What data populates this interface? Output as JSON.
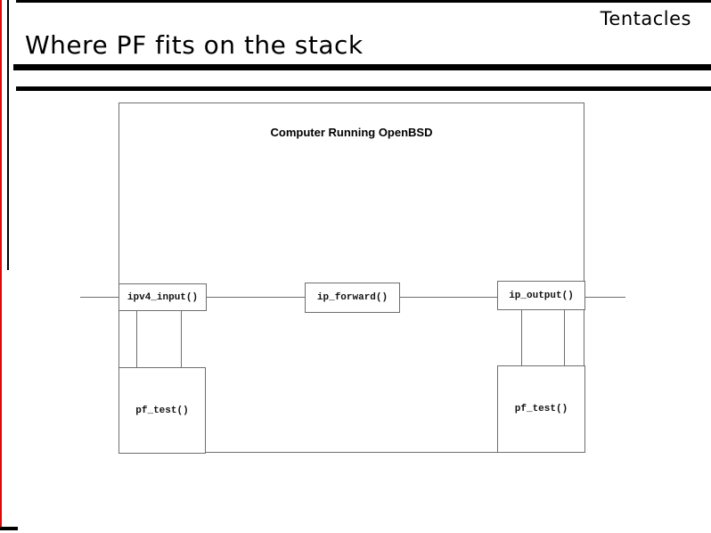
{
  "slide": {
    "title": "Where PF fits on the stack",
    "corner_label": "Tentacles"
  },
  "diagram": {
    "container_label": "Computer Running OpenBSD",
    "nodes": [
      {
        "id": "ipv4_input",
        "label": "ipv4_input()"
      },
      {
        "id": "ip_forward",
        "label": "ip_forward()"
      },
      {
        "id": "ip_output",
        "label": "ip_output()"
      },
      {
        "id": "pf_test_left",
        "label": "pf_test()"
      },
      {
        "id": "pf_test_right",
        "label": "pf_test()"
      }
    ],
    "colors": {
      "accent_red": "#f20000",
      "line_gray": "#6e6e6e",
      "ink": "#000000"
    }
  }
}
